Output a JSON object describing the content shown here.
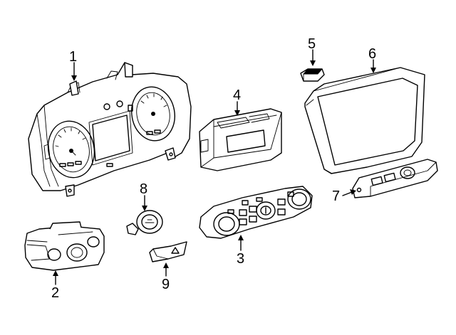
{
  "diagram": {
    "callouts": [
      {
        "id": "1",
        "label": "1"
      },
      {
        "id": "2",
        "label": "2"
      },
      {
        "id": "3",
        "label": "3"
      },
      {
        "id": "4",
        "label": "4"
      },
      {
        "id": "5",
        "label": "5"
      },
      {
        "id": "6",
        "label": "6"
      },
      {
        "id": "7",
        "label": "7"
      },
      {
        "id": "8",
        "label": "8"
      },
      {
        "id": "9",
        "label": "9"
      }
    ],
    "stroke_color": "#000000",
    "background_color": "#ffffff"
  }
}
